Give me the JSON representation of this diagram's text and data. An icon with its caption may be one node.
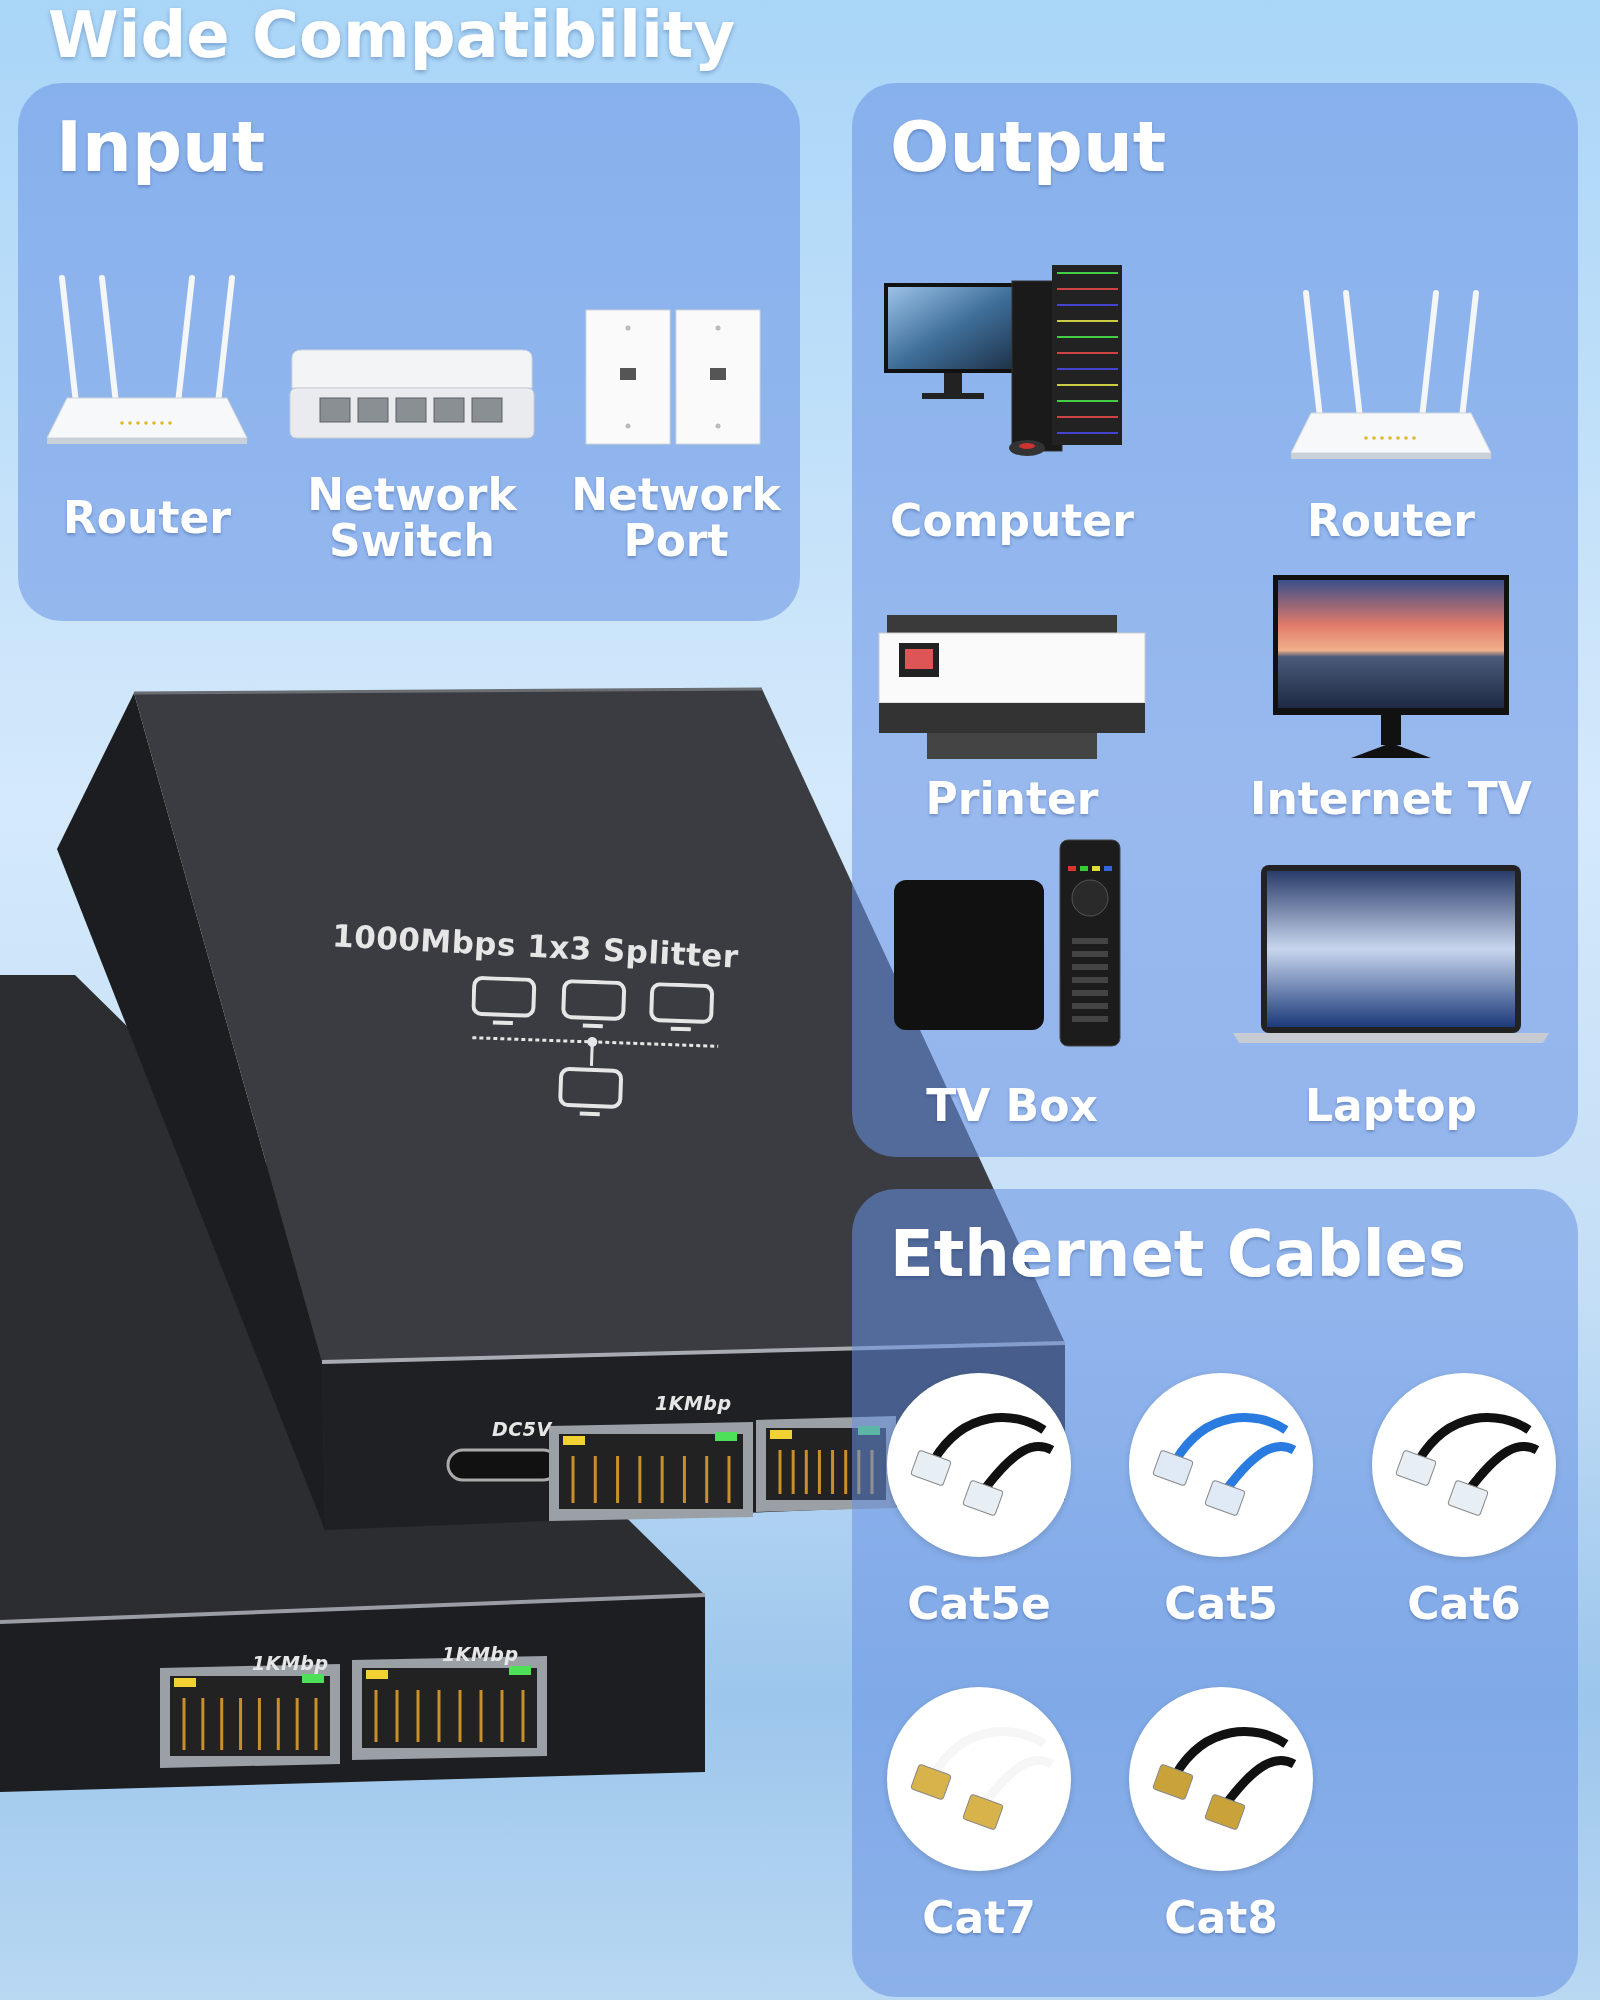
{
  "diagram": {
    "title": "Wide Compatibility",
    "nodes": [
      {
        "text": [
          "Input"
        ]
      },
      {
        "text": [
          "Router"
        ],
        "in": 0
      },
      {
        "text": [
          "Network Switch"
        ],
        "in": 0
      },
      {
        "text": [
          "Network Port"
        ],
        "in": 0
      },
      {
        "text": [
          "Output"
        ]
      },
      {
        "text": [
          "Computer"
        ],
        "in": 4
      },
      {
        "text": [
          "Router"
        ],
        "in": 4
      },
      {
        "text": [
          "Printer"
        ],
        "in": 4
      },
      {
        "text": [
          "Internet TV"
        ],
        "in": 4
      },
      {
        "text": [
          "TV Box"
        ],
        "in": 4
      },
      {
        "text": [
          "Laptop"
        ],
        "in": 4
      },
      {
        "text": [
          "Ethernet Cables"
        ]
      },
      {
        "text": [
          "Cat5e"
        ],
        "in": 11
      },
      {
        "text": [
          "Cat5"
        ],
        "in": 11
      },
      {
        "text": [
          "Cat6"
        ],
        "in": 11
      },
      {
        "text": [
          "Cat7"
        ],
        "in": 11
      },
      {
        "text": [
          "Cat8"
        ],
        "in": 11
      }
    ],
    "labels": [
      "1000Mbps 1x3 Splitter",
      "DC5V",
      "1KMbp",
      "1KMbp",
      "1KMbp"
    ]
  }
}
